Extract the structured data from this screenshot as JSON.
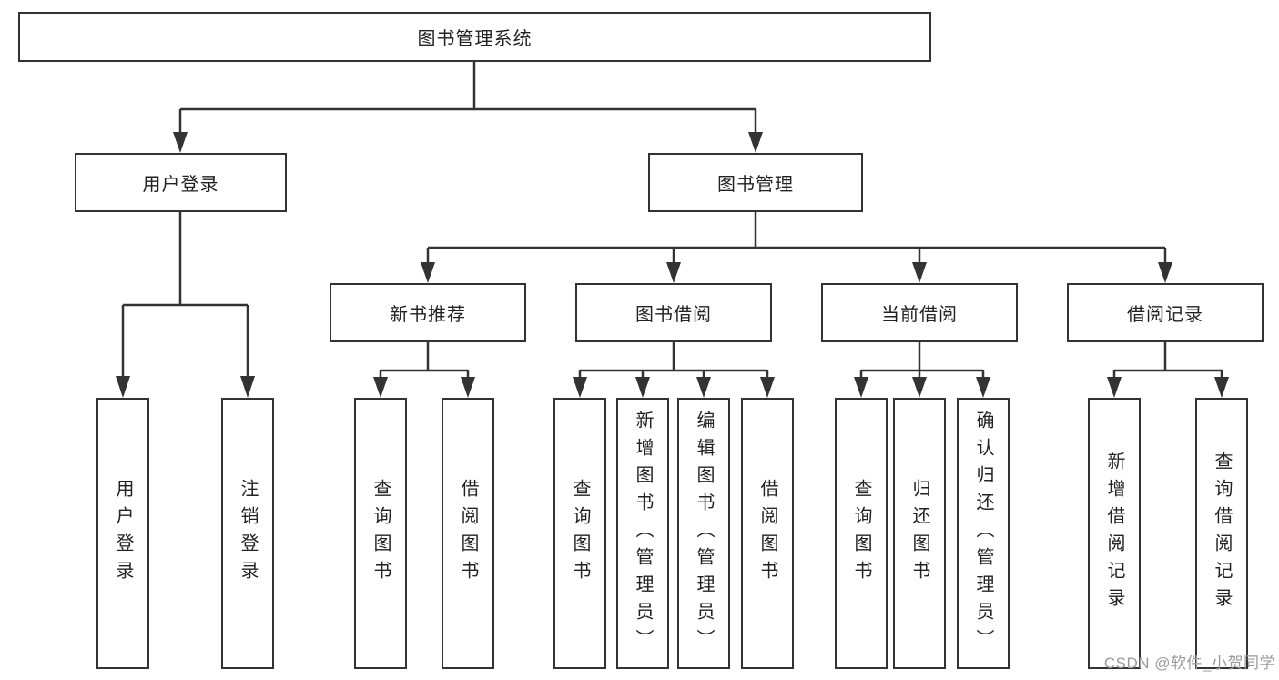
{
  "tree": {
    "label": "图书管理系统",
    "children": [
      {
        "label": "用户登录",
        "children": [
          {
            "label": "用户登录"
          },
          {
            "label": "注销登录"
          }
        ]
      },
      {
        "label": "图书管理",
        "children": [
          {
            "label": "新书推荐",
            "children": [
              {
                "label": "查询图书"
              },
              {
                "label": "借阅图书"
              }
            ]
          },
          {
            "label": "图书借阅",
            "children": [
              {
                "label": "查询图书"
              },
              {
                "label": "新增图书（管理员）"
              },
              {
                "label": "编辑图书（管理员）"
              },
              {
                "label": "借阅图书"
              }
            ]
          },
          {
            "label": "当前借阅",
            "children": [
              {
                "label": "查询图书"
              },
              {
                "label": "归还图书"
              },
              {
                "label": "确认归还（管理员）"
              }
            ]
          },
          {
            "label": "借阅记录",
            "children": [
              {
                "label": "新增借阅记录"
              },
              {
                "label": "查询借阅记录"
              }
            ]
          }
        ]
      }
    ]
  },
  "watermark": {
    "text": "CSDN @软件_小贺同学"
  },
  "colors": {
    "border": "#333333",
    "text": "#222222",
    "watermark": "#9b9b9b",
    "background": "#ffffff"
  }
}
